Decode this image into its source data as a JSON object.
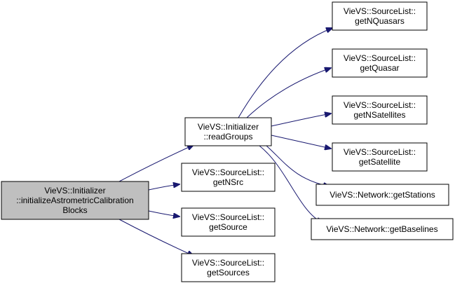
{
  "graph": {
    "colors": {
      "edge": "#191970",
      "node_fill": "#ffffff",
      "root_fill": "#bfbfbf",
      "node_border": "#000000",
      "text": "#000000"
    },
    "nodes": [
      {
        "id": "initializeAstrometricCalibrationBlocks",
        "lines": [
          "VieVS::Initializer",
          "::initializeAstrometricCalibration",
          "Blocks"
        ],
        "root": true
      },
      {
        "id": "readGroups",
        "lines": [
          "VieVS::Initializer",
          "::readGroups"
        ],
        "root": false
      },
      {
        "id": "getNSrc",
        "lines": [
          "VieVS::SourceList::",
          "getNSrc"
        ],
        "root": false
      },
      {
        "id": "getSource",
        "lines": [
          "VieVS::SourceList::",
          "getSource"
        ],
        "root": false
      },
      {
        "id": "getSources",
        "lines": [
          "VieVS::SourceList::",
          "getSources"
        ],
        "root": false
      },
      {
        "id": "getNQuasars",
        "lines": [
          "VieVS::SourceList::",
          "getNQuasars"
        ],
        "root": false
      },
      {
        "id": "getQuasar",
        "lines": [
          "VieVS::SourceList::",
          "getQuasar"
        ],
        "root": false
      },
      {
        "id": "getNSatellites",
        "lines": [
          "VieVS::SourceList::",
          "getNSatellites"
        ],
        "root": false
      },
      {
        "id": "getSatellite",
        "lines": [
          "VieVS::SourceList::",
          "getSatellite"
        ],
        "root": false
      },
      {
        "id": "getStations",
        "lines": [
          "VieVS::Network::getStations"
        ],
        "root": false
      },
      {
        "id": "getBaselines",
        "lines": [
          "VieVS::Network::getBaselines"
        ],
        "root": false
      }
    ],
    "edges": [
      {
        "from": "initializeAstrometricCalibrationBlocks",
        "to": "readGroups"
      },
      {
        "from": "initializeAstrometricCalibrationBlocks",
        "to": "getNSrc"
      },
      {
        "from": "initializeAstrometricCalibrationBlocks",
        "to": "getSource"
      },
      {
        "from": "initializeAstrometricCalibrationBlocks",
        "to": "getSources"
      },
      {
        "from": "readGroups",
        "to": "getNQuasars"
      },
      {
        "from": "readGroups",
        "to": "getQuasar"
      },
      {
        "from": "readGroups",
        "to": "getNSatellites"
      },
      {
        "from": "readGroups",
        "to": "getSatellite"
      },
      {
        "from": "readGroups",
        "to": "getStations"
      },
      {
        "from": "readGroups",
        "to": "getBaselines"
      }
    ]
  }
}
